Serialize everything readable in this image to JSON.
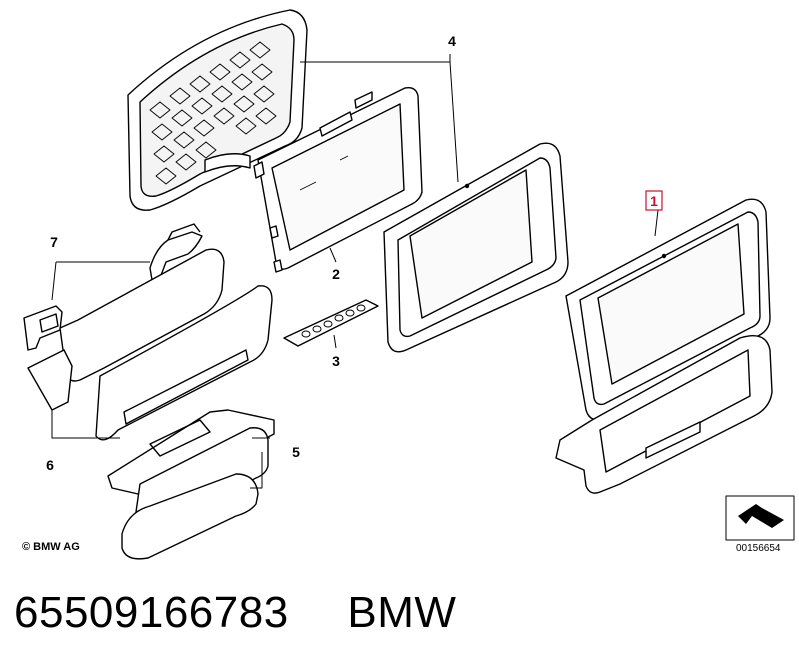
{
  "diagram": {
    "callouts": [
      {
        "id": "callout-1",
        "label": "1",
        "boxed": true
      },
      {
        "id": "callout-2",
        "label": "2"
      },
      {
        "id": "callout-3",
        "label": "3"
      },
      {
        "id": "callout-4",
        "label": "4"
      },
      {
        "id": "callout-5",
        "label": "5"
      },
      {
        "id": "callout-6",
        "label": "6"
      },
      {
        "id": "callout-7",
        "label": "7"
      }
    ],
    "copyright": "© BMW AG",
    "reference_number": "00156654"
  },
  "footer": {
    "part_number": "65509166783",
    "brand": "BMW"
  },
  "colors": {
    "line": "#000000",
    "highlight": "#c8102e",
    "background": "#ffffff"
  }
}
